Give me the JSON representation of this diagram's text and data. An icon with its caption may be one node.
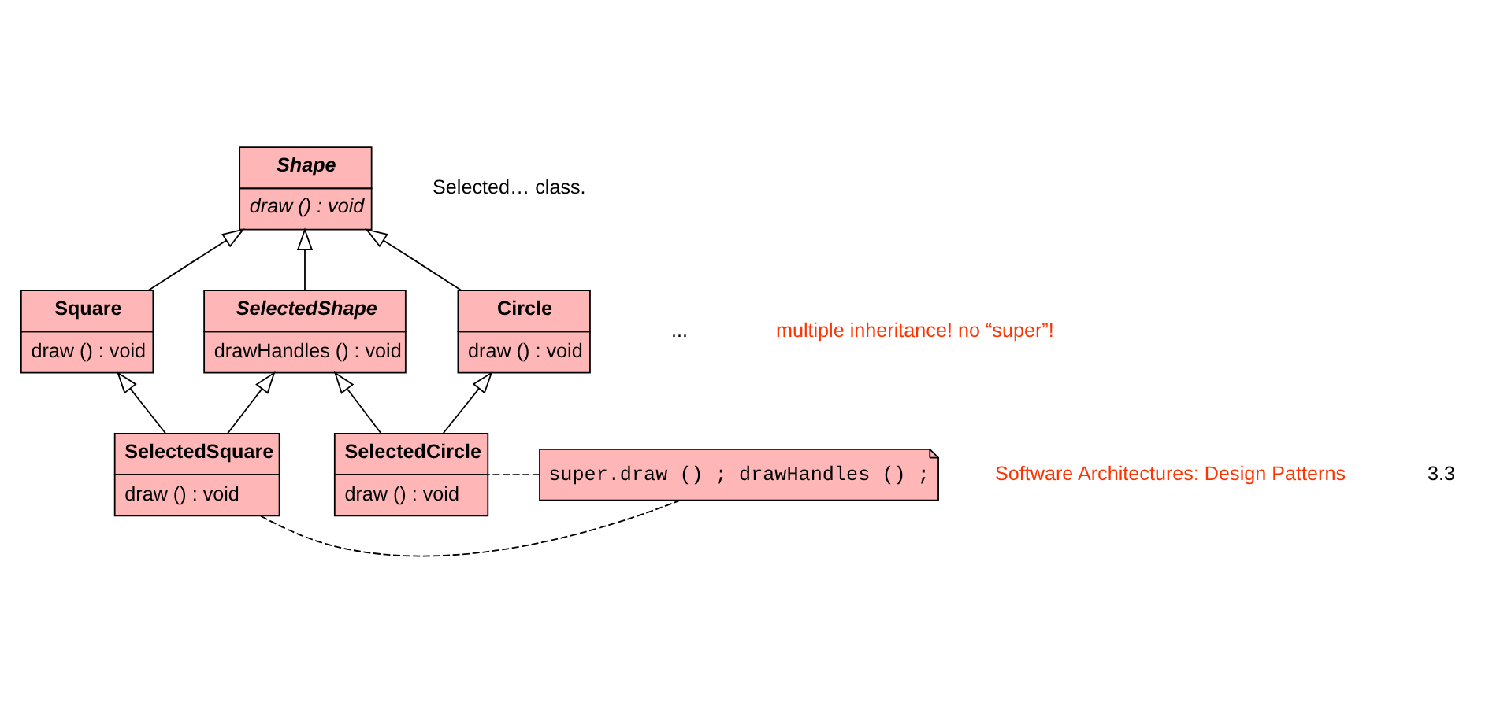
{
  "diagram": {
    "nodes": [
      {
        "text": [
          "Shape",
          "draw () : void"
        ]
      },
      {
        "text": [
          "Square",
          "draw () : void"
        ]
      },
      {
        "text": [
          "SelectedShape",
          "drawHandles () : void"
        ]
      },
      {
        "text": [
          "Circle",
          "draw () : void"
        ]
      },
      {
        "text": [
          "SelectedSquare",
          "draw () : void"
        ]
      },
      {
        "text": [
          "super.draw () ; drawHandles () ;"
        ]
      },
      {
        "text": [
          "SelectedCircle",
          "draw () : void"
        ]
      }
    ],
    "edges": [
      {
        "from": 1,
        "to": 0,
        "arrow": "to"
      },
      {
        "from": 2,
        "to": 0,
        "arrow": "to"
      },
      {
        "from": 3,
        "to": 0,
        "arrow": "to"
      },
      {
        "from": 4,
        "to": 1,
        "arrow": "to"
      },
      {
        "from": 4,
        "to": 2,
        "arrow": "to"
      },
      {
        "from": 6,
        "to": 3,
        "arrow": "to"
      },
      {
        "from": 6,
        "to": 2,
        "arrow": "to"
      },
      {
        "from": 4,
        "to": 5,
        "arrow": "none",
        "style": "dashed"
      },
      {
        "from": 5,
        "to": 6,
        "arrow": "none",
        "style": "dashed"
      }
    ],
    "labels": [
      "Selected… class.",
      "...",
      "multiple inheritance! no “super”!",
      "Software Architectures: Design Patterns",
      "3.3"
    ]
  }
}
